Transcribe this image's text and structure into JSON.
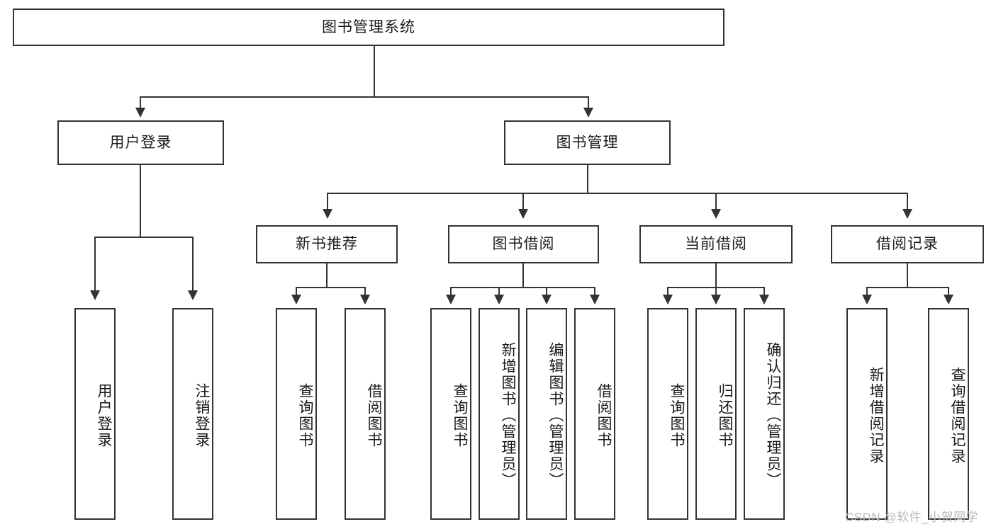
{
  "diagram": {
    "title_box": {
      "label": "图书管理系统"
    },
    "level2": [
      {
        "label": "用户登录"
      },
      {
        "label": "图书管理"
      }
    ],
    "level3": [
      {
        "label": "新书推荐"
      },
      {
        "label": "图书借阅"
      },
      {
        "label": "当前借阅"
      },
      {
        "label": "借阅记录"
      }
    ],
    "leaves": {
      "user_login": [
        {
          "label": "用户登录"
        },
        {
          "label": "注销登录"
        }
      ],
      "new_book_recommend": [
        {
          "label": "查询图书"
        },
        {
          "label": "借阅图书"
        }
      ],
      "book_borrow": [
        {
          "label": "查询图书"
        },
        {
          "label": "新增图书（管理员）"
        },
        {
          "label": "编辑图书（管理员）"
        },
        {
          "label": "借阅图书"
        }
      ],
      "current_borrow": [
        {
          "label": "查询图书"
        },
        {
          "label": "归还图书"
        },
        {
          "label": "确认归还（管理员）"
        }
      ],
      "borrow_record": [
        {
          "label": "新增借阅记录"
        },
        {
          "label": "查询借阅记录"
        }
      ]
    },
    "watermark": {
      "text": "CSDN @软件_小贺同学"
    },
    "colors": {
      "stroke": "#333333",
      "text": "#1a1a1a",
      "background": "#ffffff",
      "watermark": "#b9b9b9"
    }
  }
}
